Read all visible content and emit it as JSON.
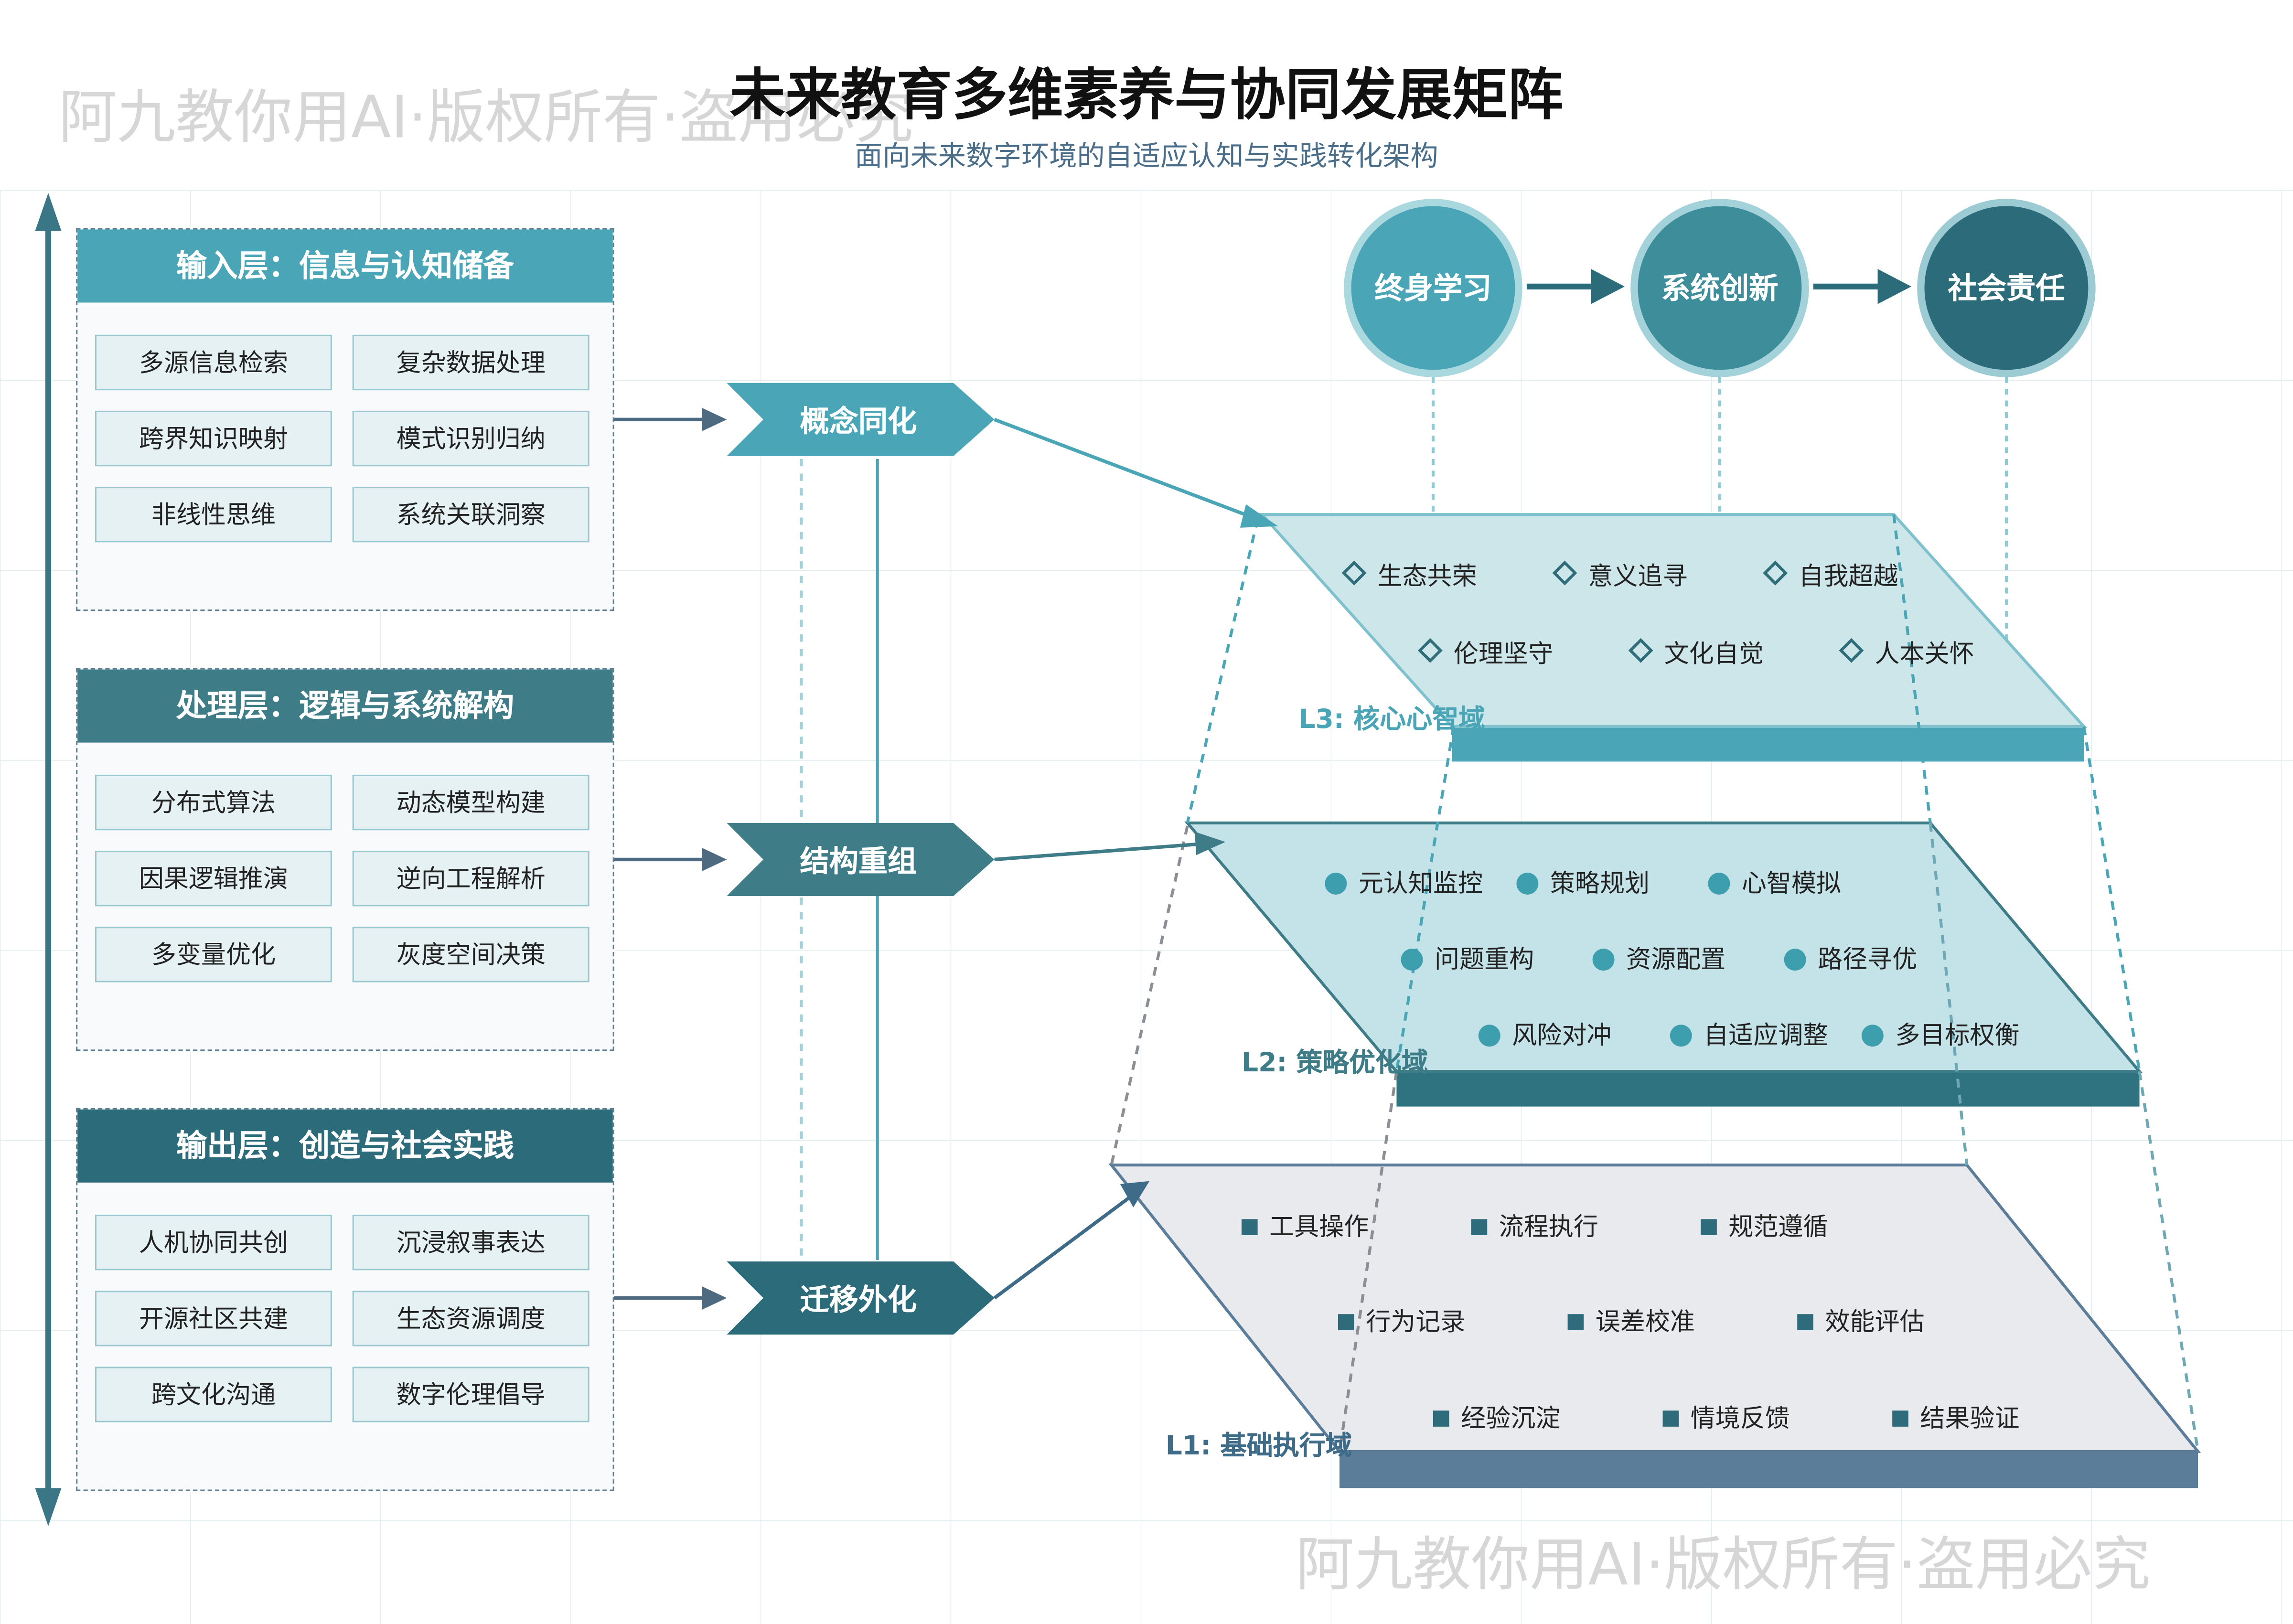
{
  "header": {
    "title": "未来教育多维素养与协同发展矩阵",
    "subtitle": "面向未来数字环境的自适应认知与实践转化架构"
  },
  "watermark": "阿九教你用AI·版权所有·盗用必究",
  "layers": [
    {
      "title": "输入层：信息与认知储备",
      "color": "#4aa6b6",
      "items": [
        "多源信息检索",
        "复杂数据处理",
        "跨界知识映射",
        "模式识别归纳",
        "非线性思维",
        "系统关联洞察"
      ]
    },
    {
      "title": "处理层：逻辑与系统解构",
      "color": "#3e7c88",
      "items": [
        "分布式算法",
        "动态模型构建",
        "因果逻辑推演",
        "逆向工程解析",
        "多变量优化",
        "灰度空间决策"
      ]
    },
    {
      "title": "输出层：创造与社会实践",
      "color": "#2c6b7a",
      "items": [
        "人机协同共创",
        "沉浸叙事表达",
        "开源社区共建",
        "生态资源调度",
        "跨文化沟通",
        "数字伦理倡导"
      ]
    }
  ],
  "processes": [
    "概念同化",
    "结构重组",
    "迁移外化"
  ],
  "goals": [
    "终身学习",
    "系统创新",
    "社会责任"
  ],
  "planes": {
    "l3": {
      "label": "L3: 核心心智域",
      "items": [
        "生态共荣",
        "意义追寻",
        "自我超越",
        "伦理坚守",
        "文化自觉",
        "人本关怀"
      ]
    },
    "l2": {
      "label": "L2: 策略优化域",
      "items": [
        "元认知监控",
        "策略规划",
        "心智模拟",
        "问题重构",
        "资源配置",
        "路径寻优",
        "风险对冲",
        "自适应调整",
        "多目标权衡"
      ]
    },
    "l1": {
      "label": "L1: 基础执行域",
      "items": [
        "工具操作",
        "流程执行",
        "规范遵循",
        "行为记录",
        "误差校准",
        "效能评估",
        "经验沉淀",
        "情境反馈",
        "结果验证"
      ]
    }
  },
  "colors": {
    "teal_light": "#4aa6b6",
    "teal_mid": "#3e7c88",
    "teal_dark": "#2c6b7a",
    "plane_l3": "#cde6ea",
    "plane_l2": "#c4e3e8",
    "plane_l1": "#e8eaed",
    "slate": "#5c7d99"
  }
}
